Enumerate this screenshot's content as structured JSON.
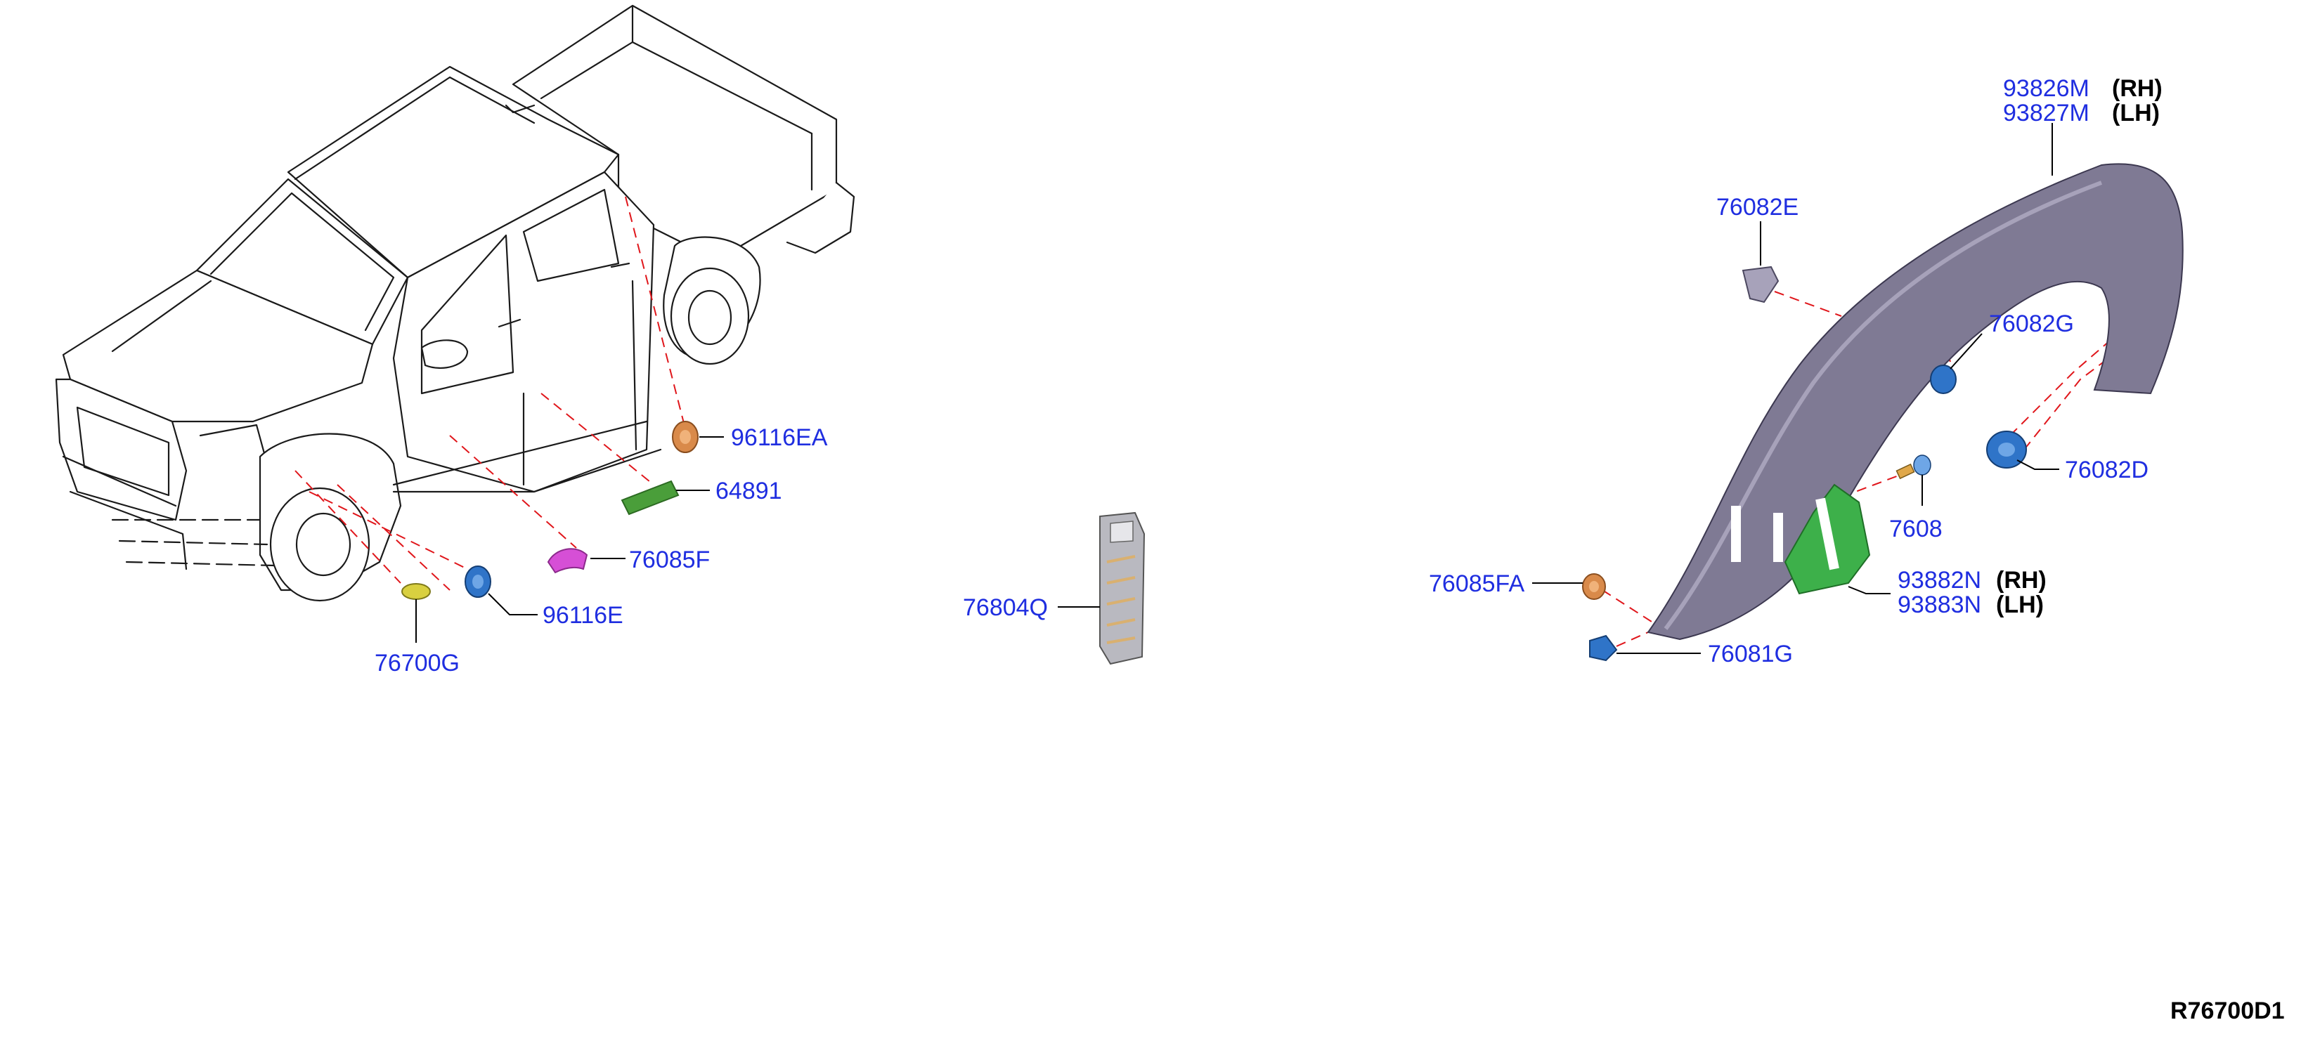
{
  "diagram_ref": "R76700D1",
  "parts": {
    "p96116EA": "96116EA",
    "p64891": "64891",
    "p76085F": "76085F",
    "p96116E": "96116E",
    "p76700G": "76700G",
    "p76804Q": "76804Q",
    "p76082E": "76082E",
    "p76082G": "76082G",
    "p76082D": "76082D",
    "p7608": "7608",
    "p76085FA": "76085FA",
    "p76081G": "76081G",
    "p93826M": "93826M",
    "p93827M": "93827M",
    "p93882N": "93882N",
    "p93883N": "93883N"
  },
  "sides": {
    "rh": "(RH)",
    "lh": "(LH)"
  },
  "colors": {
    "part_number": "#1f2ee0",
    "leader_dash": "#e0161b",
    "fender": "#7f7a94",
    "mudguard": "#3db04a",
    "clip_blue": "#2f74c8",
    "clip_orange": "#d98a4a",
    "pad_green": "#4a9e3a",
    "clip_yellow": "#d9d040",
    "clip_magenta": "#d64fd6"
  }
}
